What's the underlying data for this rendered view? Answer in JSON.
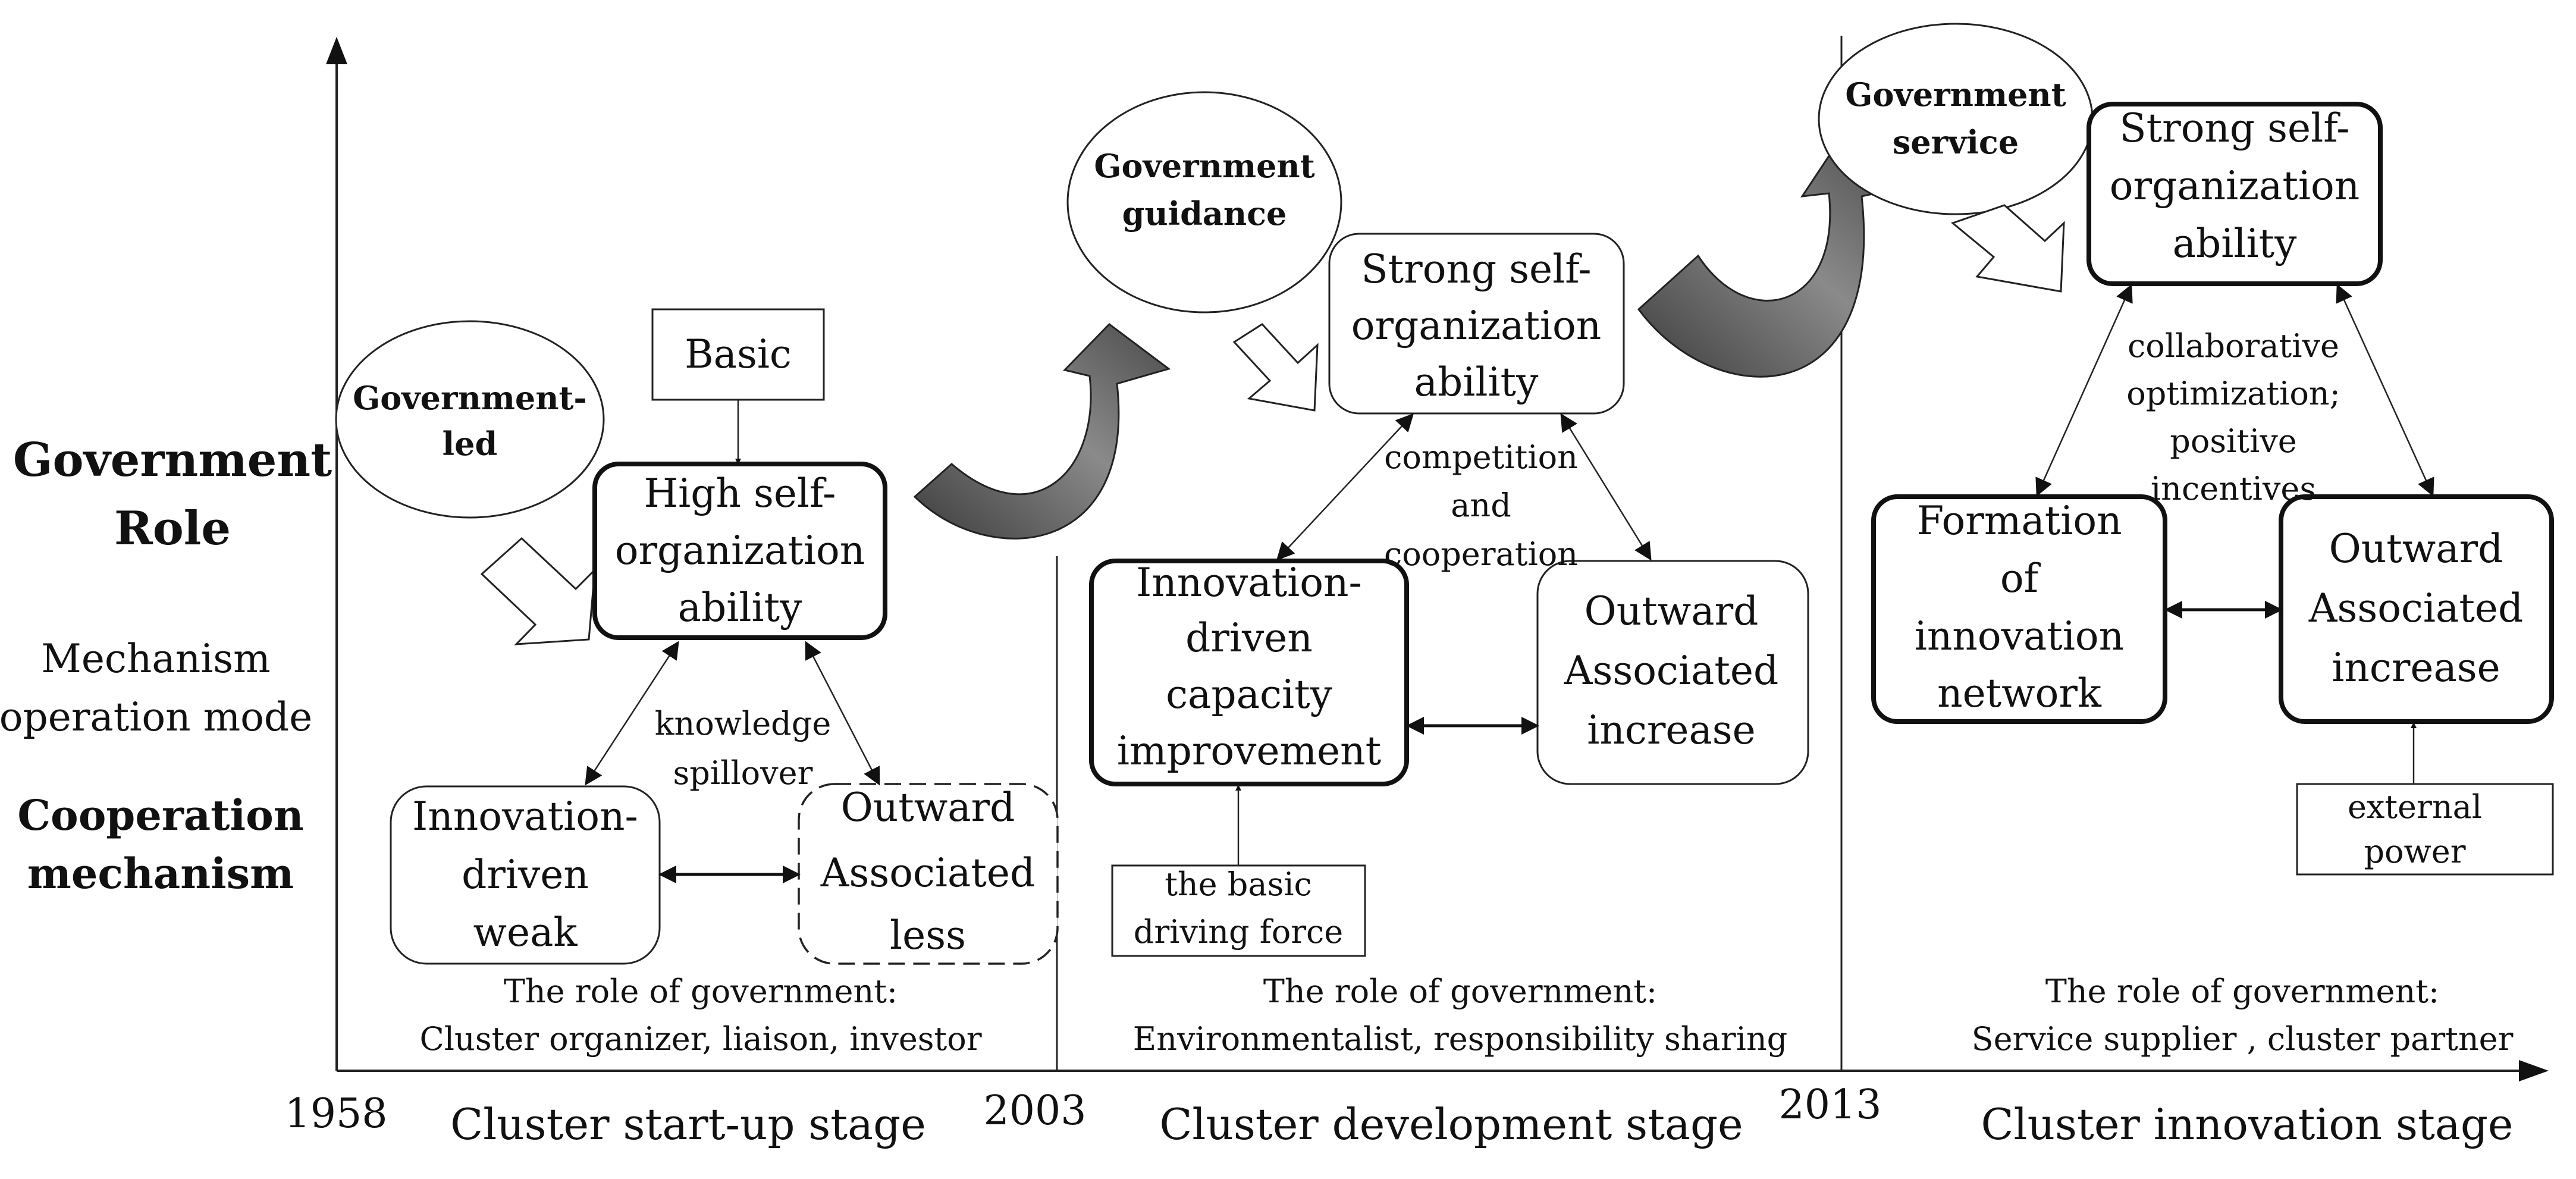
{
  "left_labels": {
    "government_role": [
      "Government",
      "Role"
    ],
    "mechanism_mode": [
      "Mechanism",
      "operation mode"
    ],
    "cooperation": [
      "Cooperation",
      "mechanism"
    ]
  },
  "years": [
    "1958",
    "2003",
    "2013"
  ],
  "stages": [
    "Cluster start-up stage",
    "Cluster development stage",
    "Cluster innovation stage"
  ],
  "stage1": {
    "gov_ellipse": [
      "Government-",
      "led"
    ],
    "basic_box": "Basic",
    "core_box": [
      "High self-",
      "organization",
      "ability"
    ],
    "left_box": [
      "Innovation-",
      "driven",
      "weak"
    ],
    "right_box": [
      "Outward",
      "Associated",
      "less"
    ],
    "link_label": [
      "knowledge",
      "spillover"
    ],
    "role_caption": [
      "The role of government:",
      "Cluster organizer, liaison, investor"
    ]
  },
  "stage2": {
    "gov_ellipse": [
      "Government",
      "guidance"
    ],
    "core_box": [
      "Strong self-",
      "organization",
      "ability"
    ],
    "left_box": [
      "Innovation-",
      "driven",
      "capacity",
      "improvement"
    ],
    "right_box": [
      "Outward",
      "Associated",
      "increase"
    ],
    "link_label": [
      "competition",
      "and",
      "cooperation"
    ],
    "force_box": [
      "the basic",
      "driving force"
    ],
    "role_caption": [
      "The role of government:",
      "Environmentalist, responsibility sharing"
    ]
  },
  "stage3": {
    "gov_ellipse": [
      "Government",
      "service"
    ],
    "core_box": [
      "Strong self-",
      "organization",
      "ability"
    ],
    "left_box": [
      "Formation",
      "of",
      "innovation",
      "network"
    ],
    "right_box": [
      "Outward",
      "Associated",
      "increase"
    ],
    "link_label": [
      "collaborative",
      "optimization;",
      "positive",
      "incentives"
    ],
    "power_box": [
      "external",
      "power"
    ],
    "role_caption": [
      "The role of government:",
      "Service supplier , cluster partner"
    ]
  }
}
